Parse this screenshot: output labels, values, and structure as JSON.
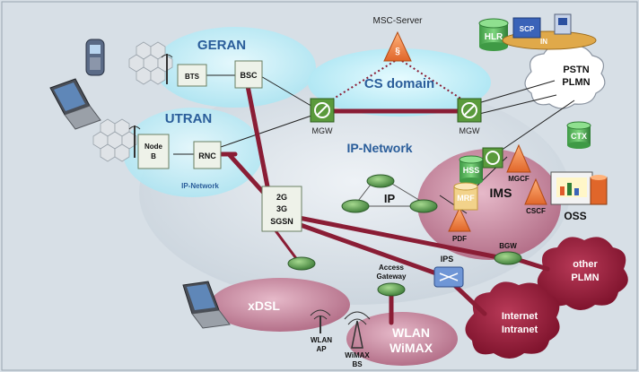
{
  "labels": {
    "msc_server": "MSC-Server",
    "geran": "GERAN",
    "bts": "BTS",
    "bsc": "BSC",
    "cs_domain": "CS domain",
    "utran": "UTRAN",
    "node_b_1": "Node",
    "node_b_2": "B",
    "rnc": "RNC",
    "ip_network_small": "IP-Network",
    "mgw_left": "MGW",
    "mgw_right": "MGW",
    "ip_network": "IP-Network",
    "sgsn_1": "2G",
    "sgsn_2": "3G",
    "sgsn_3": "SGSN",
    "ip": "IP",
    "hlr": "HLR",
    "scp": "SCP",
    "in": "IN",
    "pstn_1": "PSTN",
    "pstn_2": "PLMN",
    "ctx": "CTX",
    "hss": "HSS",
    "mgcf": "MGCF",
    "ims": "IMS",
    "mrf": "MRF",
    "cscf": "CSCF",
    "oss": "OSS",
    "pdf": "PDF",
    "bgw": "BGW",
    "ips": "IPS",
    "access_gw_1": "Access",
    "access_gw_2": "Gateway",
    "other_plmn_1": "other",
    "other_plmn_2": "PLMN",
    "xdsl": "xDSL",
    "wlan_ap_1": "WLAN",
    "wlan_ap_2": "AP",
    "wimax_bs_1": "WiMAX",
    "wimax_bs_2": "BS",
    "wlan_1": "WLAN",
    "wlan_2": "WiMAX",
    "internet_1": "Internet",
    "internet_2": "Intranet"
  },
  "colors": {
    "background": "#d7dfe6",
    "backbone": "#8a1d35",
    "domain_cyan": "#bfeef8",
    "ims_pink": "#c88aa0",
    "cloud_maroon": "#8b1a34",
    "title_blue": "#2a5d9a",
    "router_green": "#4e8a4a",
    "db_green": "#4caf50"
  }
}
